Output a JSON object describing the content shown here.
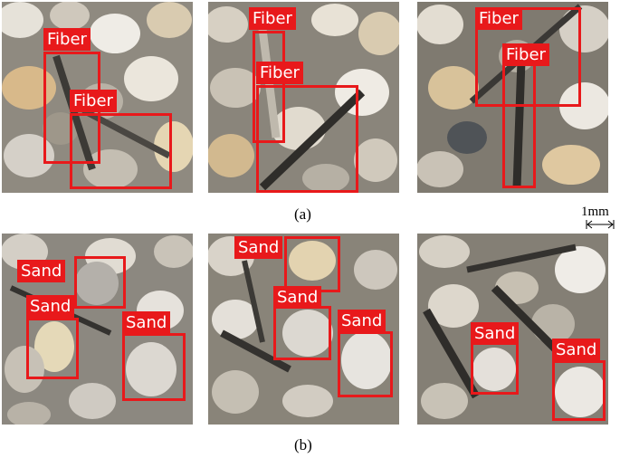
{
  "figure": {
    "caption_a": "(a)",
    "caption_b": "(b)",
    "scale_label": "1mm"
  },
  "labels": {
    "fiber": "Fiber",
    "sand": "Sand"
  },
  "colors": {
    "box": "#e8191b",
    "label_text": "#ffffff"
  }
}
